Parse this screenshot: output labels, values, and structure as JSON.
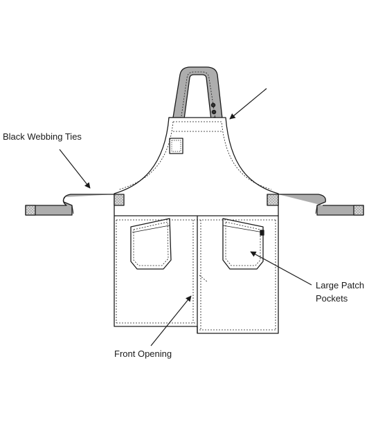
{
  "labels": {
    "webbing_ties": "Black Webbing Ties",
    "patch_pockets_line1": "Large Patch",
    "patch_pockets_line2": "Pockets",
    "front_opening": "Front Opening"
  },
  "colors": {
    "strap_fill": "#adadad",
    "line": "#1a1a1a",
    "background": "#ffffff",
    "patch_fill": "#d8d8d8"
  }
}
